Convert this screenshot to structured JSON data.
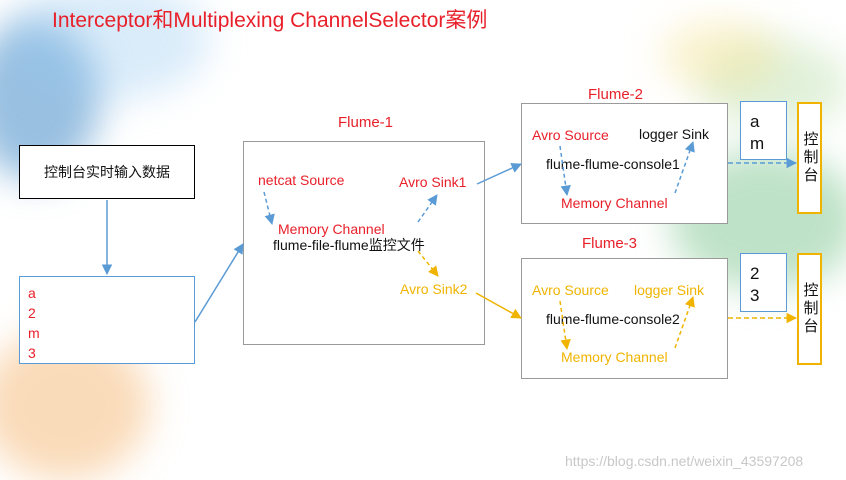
{
  "title": "Interceptor和Multiplexing ChannelSelector案例",
  "input_box": {
    "label": "控制台实时输入数据"
  },
  "data_box": {
    "lines": [
      "a",
      "2",
      "m",
      "3"
    ]
  },
  "flume1": {
    "label": "Flume-1",
    "netcat_source": "netcat Source",
    "memory_channel": "Memory  Channel",
    "caption": "flume-file-flume监控文件",
    "avro_sink1": "Avro Sink1",
    "avro_sink2": "Avro Sink2"
  },
  "flume2": {
    "label": "Flume-2",
    "avro_source": "Avro Source",
    "logger_sink": "logger Sink",
    "caption": "flume-flume-console1",
    "memory_channel": "Memory Channel"
  },
  "flume3": {
    "label": "Flume-3",
    "avro_source": "Avro Source",
    "logger_sink": "logger Sink",
    "caption": "flume-flume-console2",
    "memory_channel": "Memory Channel"
  },
  "output1": {
    "value_lines": [
      "a",
      "m"
    ],
    "console": "控制台"
  },
  "output2": {
    "value_lines": [
      "2",
      "3"
    ],
    "console": "控制台"
  },
  "watermark": "https://blog.csdn.net/weixin_43597208",
  "colors": {
    "red": "#e8202a",
    "amber": "#f0b400",
    "blue": "#5b9bd5",
    "gray": "#9a9a9a"
  }
}
